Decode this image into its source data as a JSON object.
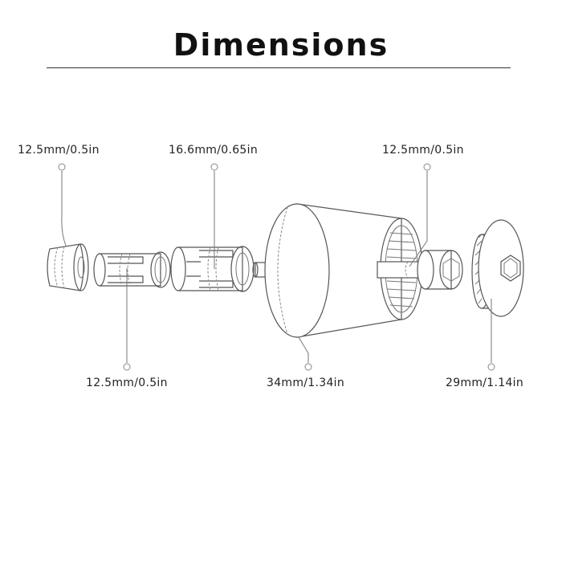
{
  "title": "Dimensions",
  "labels": {
    "end_cap_left": "12.5mm/0.5in",
    "sleeve_left": "12.5mm/0.5in",
    "sleeve_right": "16.6mm/0.65in",
    "main_body": "34mm/1.34in",
    "bolt": "12.5mm/0.5in",
    "end_cap_right": "29mm/1.14in"
  }
}
